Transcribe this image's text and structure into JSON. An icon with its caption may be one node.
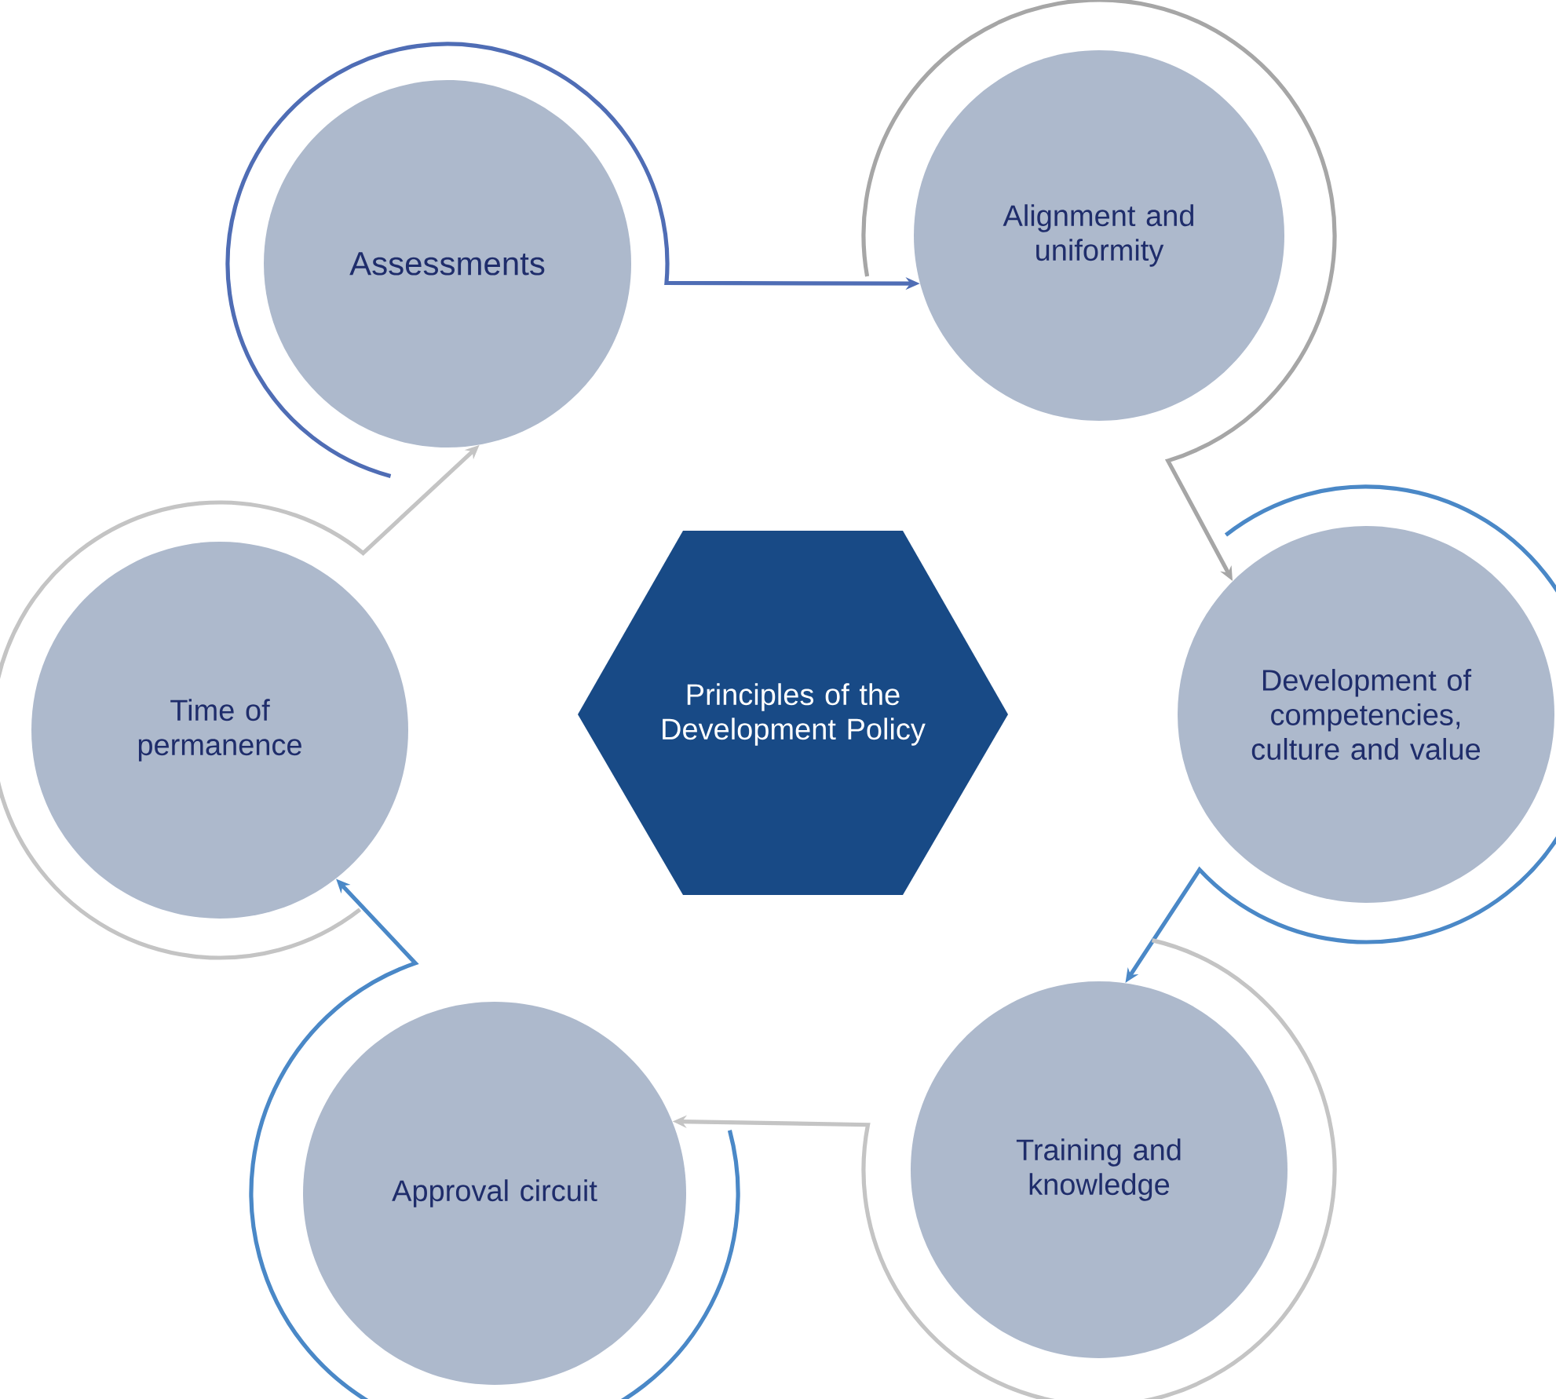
{
  "diagram": {
    "nodes": [
      {
        "text": [
          "Assessments"
        ]
      },
      {
        "text": [
          "Alignment and uniformity"
        ]
      },
      {
        "text": [
          "Development of competencies, culture and value"
        ]
      },
      {
        "text": [
          "Training and knowledge"
        ]
      },
      {
        "text": [
          "Approval circuit"
        ]
      },
      {
        "text": [
          "Time of permanence"
        ]
      },
      {
        "text": [
          "Principles of the Development Policy"
        ]
      }
    ],
    "edges": [
      {
        "from": 0,
        "to": 1,
        "arrow": "to",
        "color": "#4f6db5"
      },
      {
        "from": 1,
        "to": 2,
        "arrow": "to",
        "color": "#a6a6a6"
      },
      {
        "from": 2,
        "to": 3,
        "arrow": "to",
        "color": "#4a88c7"
      },
      {
        "from": 3,
        "to": 4,
        "arrow": "to",
        "color": "#c4c4c4"
      },
      {
        "from": 4,
        "to": 5,
        "arrow": "to",
        "color": "#4a88c7"
      },
      {
        "from": 5,
        "to": 0,
        "arrow": "to",
        "color": "#c4c4c4"
      }
    ]
  }
}
